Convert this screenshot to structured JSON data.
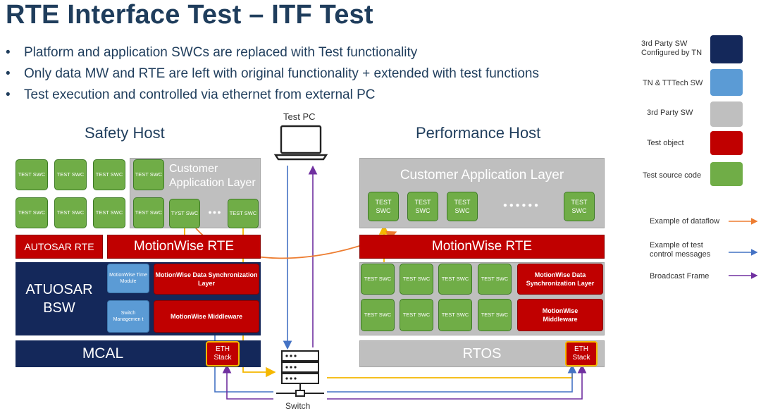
{
  "title": "RTE Interface Test – ITF Test",
  "bullets": [
    "Platform and application SWCs are replaced with Test functionality",
    "Only data MW and RTE are left with original functionality + extended with test functions",
    "Test execution and controlled via ethernet from external PC"
  ],
  "test_pc_label": "Test PC",
  "switch_label": "Switch",
  "safety": {
    "title": "Safety Host",
    "customer_layer": "Customer Application Layer",
    "swc_label": "TEST SWC",
    "swc_label_alt": "TYST SWC",
    "ellipsis": "●●●",
    "autosar_rte": "AUTOSAR RTE",
    "motionwise_rte": "MotionWise RTE",
    "bsw": "ATUOSAR BSW",
    "time_module": "MotionWise Time Module",
    "switch_mgmt": "Switch Managemen t",
    "data_sync": "MotionWise Data Synchronization Layer",
    "middleware": "MotionWise Middleware",
    "mcal": "MCAL",
    "eth_stack": "ETH Stack"
  },
  "performance": {
    "title": "Performance Host",
    "customer_layer": "Customer Application Layer",
    "swc_label": "TEST SWC",
    "dots": "●  ●  ●  ●  ●  ●",
    "motionwise_rte": "MotionWise RTE",
    "data_sync": "MotionWise Data Synchronization Layer",
    "middleware": "MotionWise Middleware",
    "rtos": "RTOS",
    "eth_stack": "ETH Stack"
  },
  "legend": {
    "items": [
      {
        "label": "3rd Party SW Configured by TN",
        "color": "#14285a"
      },
      {
        "label": "TN & TTTech SW",
        "color": "#5b9bd5"
      },
      {
        "label": "3rd Party SW",
        "color": "#bfbfbf"
      },
      {
        "label": "Test object",
        "color": "#c00000"
      },
      {
        "label": "Test source code",
        "color": "#70ad47"
      }
    ],
    "lines": [
      {
        "label": "Example of dataflow",
        "color": "#ed7d31"
      },
      {
        "label": "Example of test control messages",
        "color": "#4472c4"
      },
      {
        "label": "Broadcast Frame",
        "color": "#7030a0"
      }
    ]
  },
  "colors": {
    "navy": "#14285a",
    "light_blue": "#5b9bd5",
    "grey": "#bfbfbf",
    "red": "#c00000",
    "green": "#70ad47",
    "yellow_line": "#f5b800",
    "blue_line": "#4472c4",
    "purple_line": "#7030a0",
    "orange_line": "#ed7d31"
  }
}
